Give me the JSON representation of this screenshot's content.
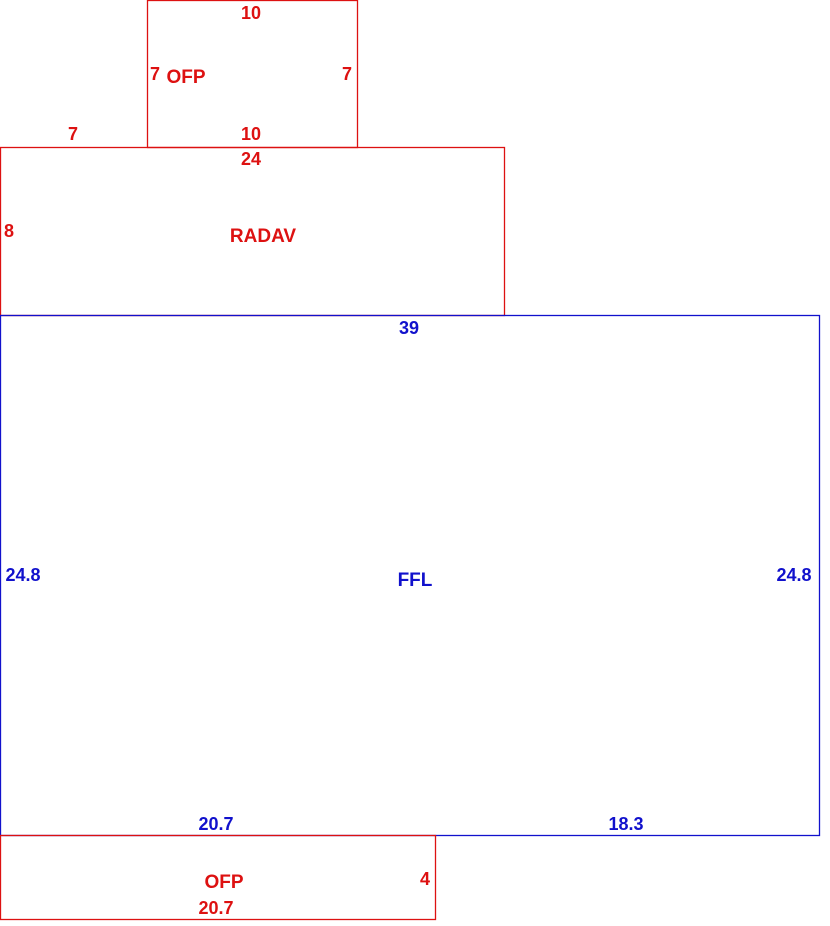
{
  "colors": {
    "addition": "#dd1111",
    "main": "#1111cc",
    "background": "#ffffff"
  },
  "areas": {
    "ofp_top": {
      "name": "OFP",
      "dims": {
        "top": "10",
        "bottom": "10",
        "left": "7",
        "right": "7"
      },
      "offset": "7"
    },
    "radav": {
      "name": "RADAV",
      "dims": {
        "top": "24",
        "left": "8"
      }
    },
    "ffl": {
      "name": "FFL",
      "dims": {
        "top": "39",
        "left": "24.8",
        "right": "24.8",
        "bottom_left": "20.7",
        "bottom_right": "18.3"
      }
    },
    "ofp_bottom": {
      "name": "OFP",
      "dims": {
        "bottom": "20.7",
        "right": "4"
      }
    }
  }
}
